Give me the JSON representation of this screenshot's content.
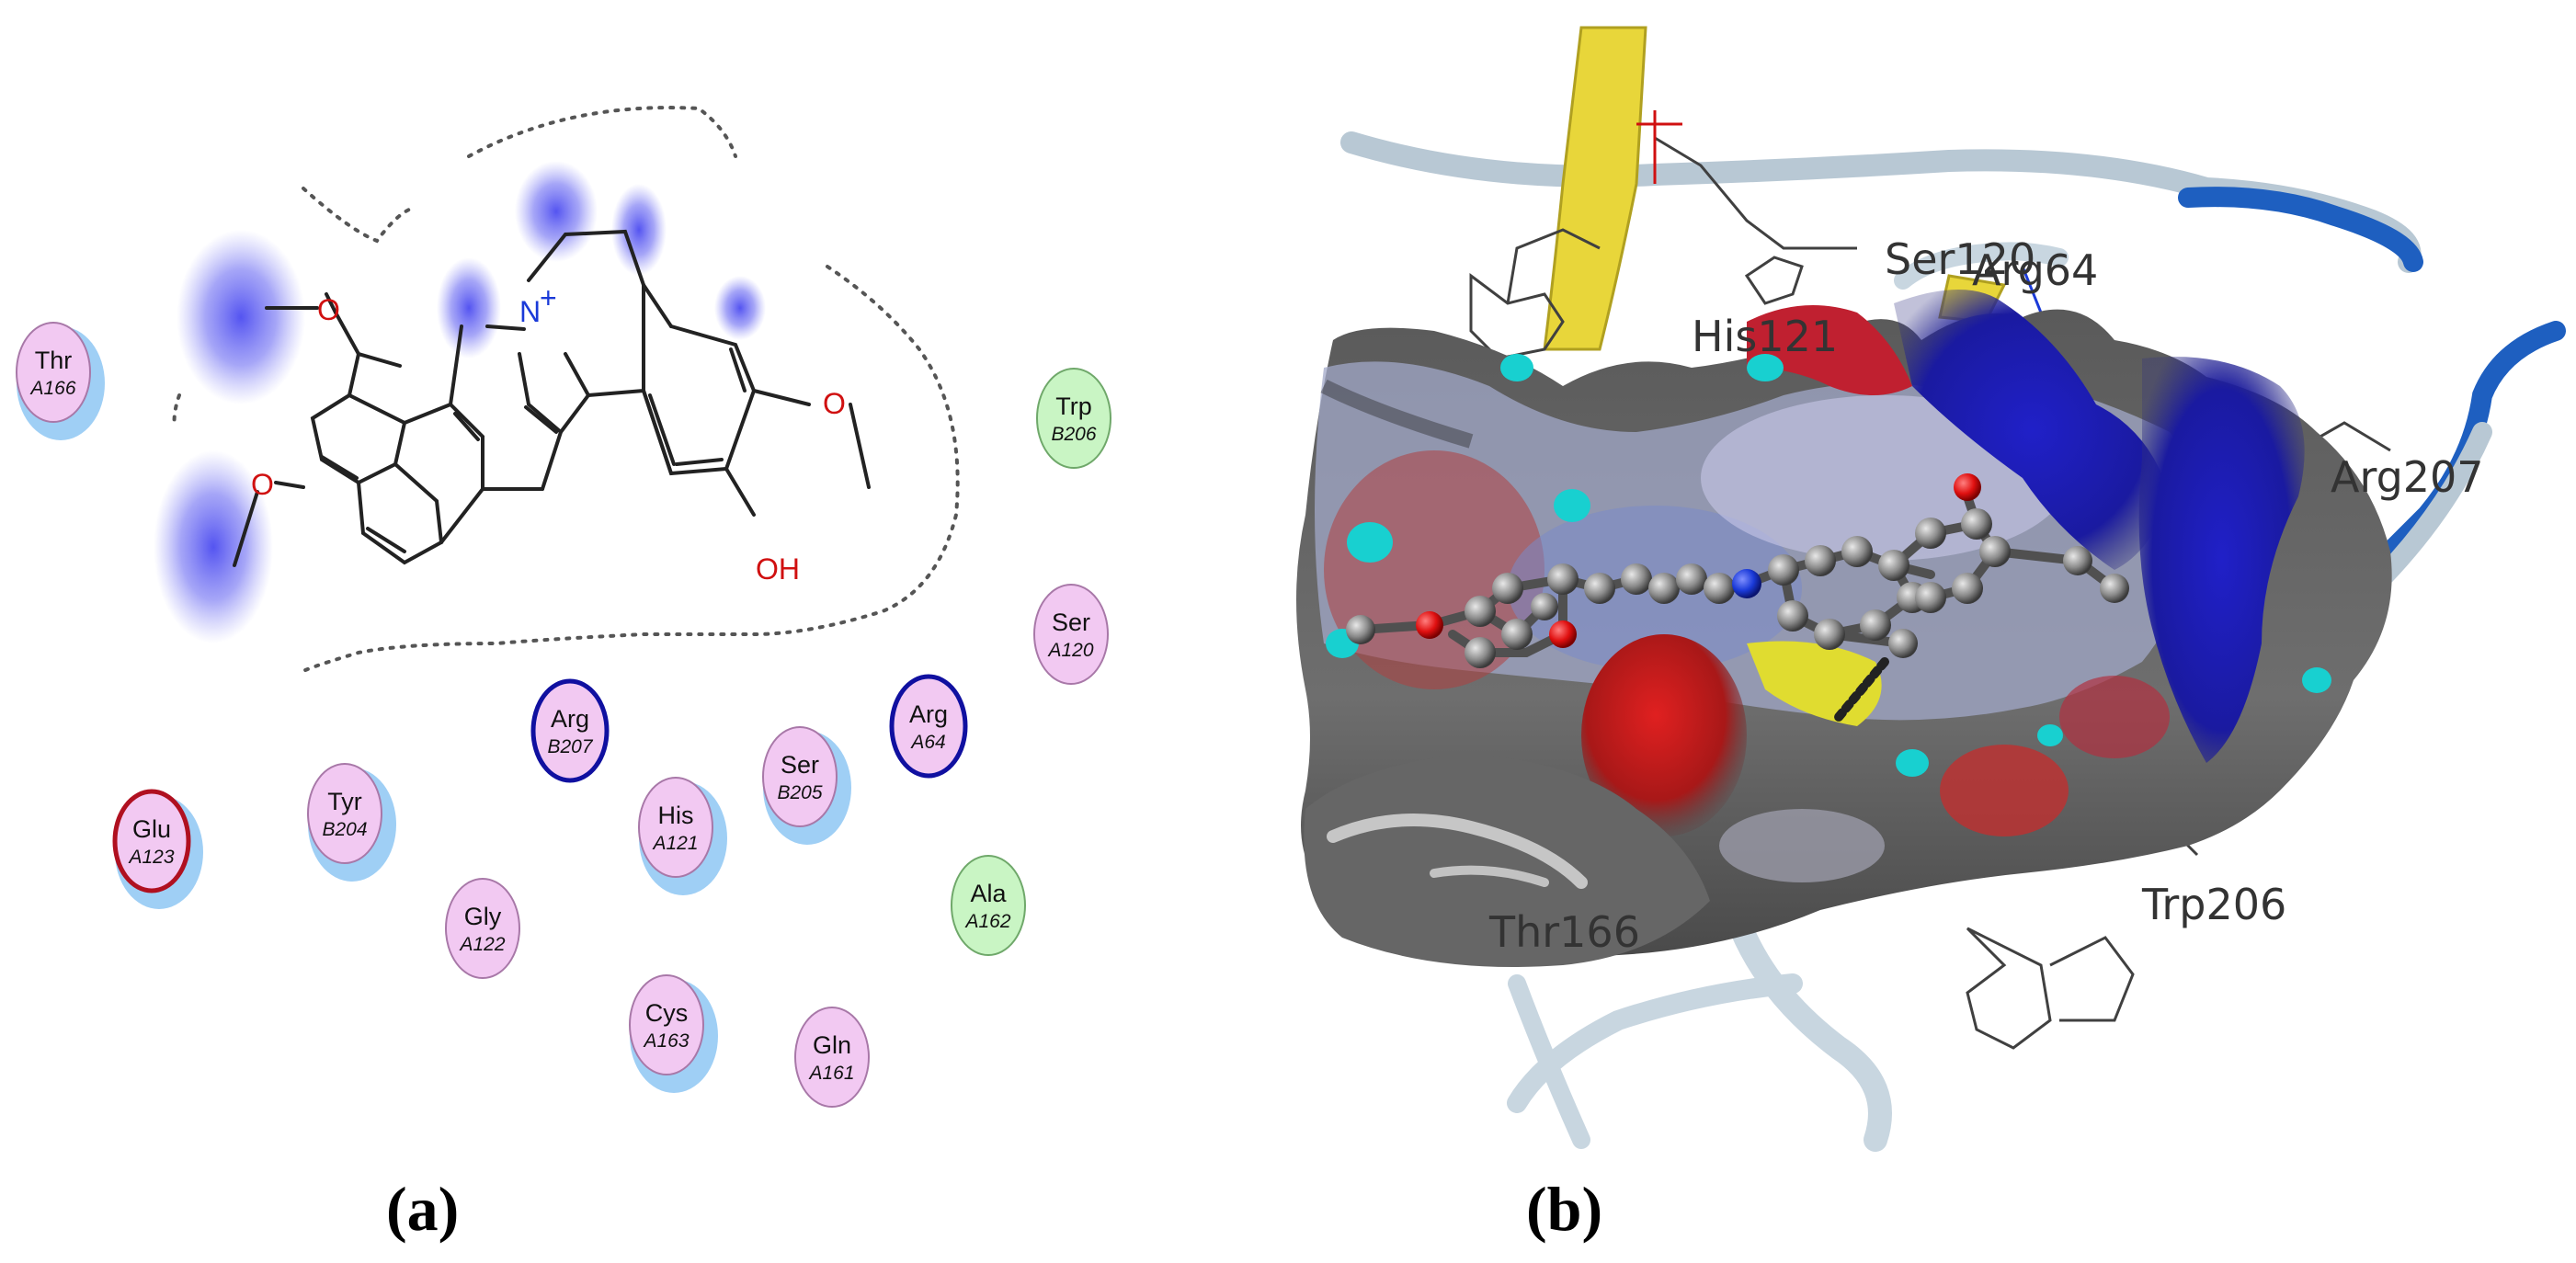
{
  "panels": [
    {
      "id": "a",
      "label": "(a)"
    },
    {
      "id": "b",
      "label": "(b)"
    }
  ],
  "ligand_2d": {
    "atoms": {
      "n_plus": "N",
      "n_charge": "+",
      "o_top": "O",
      "o_left": "O",
      "o_right": "O",
      "oh": "OH"
    }
  },
  "residues_2d": [
    {
      "name": "Thr",
      "number": "A166",
      "kind": "polar"
    },
    {
      "name": "Trp",
      "number": "B206",
      "kind": "hydrophobic"
    },
    {
      "name": "Ser",
      "number": "A120",
      "kind": "polar"
    },
    {
      "name": "Arg",
      "number": "B207",
      "kind": "basic"
    },
    {
      "name": "Arg",
      "number": "A64",
      "kind": "basic"
    },
    {
      "name": "Ser",
      "number": "B205",
      "kind": "polar"
    },
    {
      "name": "His",
      "number": "A121",
      "kind": "polar"
    },
    {
      "name": "Glu",
      "number": "A123",
      "kind": "acidic"
    },
    {
      "name": "Tyr",
      "number": "B204",
      "kind": "polar"
    },
    {
      "name": "Ala",
      "number": "A162",
      "kind": "hydrophobic"
    },
    {
      "name": "Gly",
      "number": "A122",
      "kind": "polar"
    },
    {
      "name": "Cys",
      "number": "A163",
      "kind": "polar"
    },
    {
      "name": "Gln",
      "number": "A161",
      "kind": "polar"
    }
  ],
  "residues_3d": [
    {
      "name": "Ser120"
    },
    {
      "name": "Arg64"
    },
    {
      "name": "His121"
    },
    {
      "name": "Arg207"
    },
    {
      "name": "Trp206"
    },
    {
      "name": "Thr166"
    }
  ],
  "colors": {
    "polar_fill": "#f2c9f2",
    "polar_stroke": "#a878a8",
    "hydrophobic_fill": "#c9f5c4",
    "hydrophobic_stroke": "#6fa86a",
    "basic_stroke": "#1010a0",
    "acidic_stroke": "#b01020",
    "exposure_halo": "#9fcff5",
    "ligand_exposure": "#5a5af0",
    "oxygen": "#d01010",
    "nitrogen": "#1a3ad8"
  }
}
